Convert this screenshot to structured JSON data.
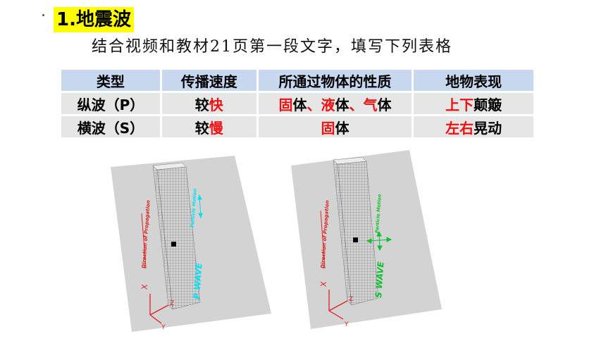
{
  "header": {
    "title": "1.地震波",
    "instruction": "结合视频和教材21页第一段文字，填写下列表格"
  },
  "table": {
    "headers": [
      "类型",
      "传播速度",
      "所通过物体的性质",
      "地物表现"
    ],
    "rows": [
      {
        "type": "纵波（P）",
        "speed_prefix": "较",
        "speed_key": "快",
        "medium_parts": [
          "固",
          "体",
          "、",
          "液",
          "体",
          "、",
          "气",
          "体"
        ],
        "effect_key": "上下",
        "effect_suffix": "颠簸"
      },
      {
        "type": "横波（S）",
        "speed_prefix": "较",
        "speed_key": "慢",
        "medium_parts": [
          "固",
          "体"
        ],
        "effect_key": "左右",
        "effect_suffix": "晃动"
      }
    ]
  },
  "figures": [
    {
      "wave_label": "P WAVE",
      "propagation_label": "Direction of Propagation",
      "motion_label": "Particle Motion",
      "axis_x": "X",
      "axis_y": "Y",
      "axis_z": "Z",
      "label_color": "#00e0f0",
      "motion_arrow": "vertical"
    },
    {
      "wave_label": "S WAVE",
      "propagation_label": "Direction of Propagation",
      "motion_label": "Particle Motion",
      "axis_x": "X",
      "axis_y": "Y",
      "axis_z": "Z",
      "label_color": "#10c030",
      "motion_arrow": "cross"
    }
  ],
  "colors": {
    "highlight": "#ffff00",
    "key_text": "#ee1111",
    "header_bg": "#c8d8ee",
    "row_bg": "#e6e6e6"
  }
}
